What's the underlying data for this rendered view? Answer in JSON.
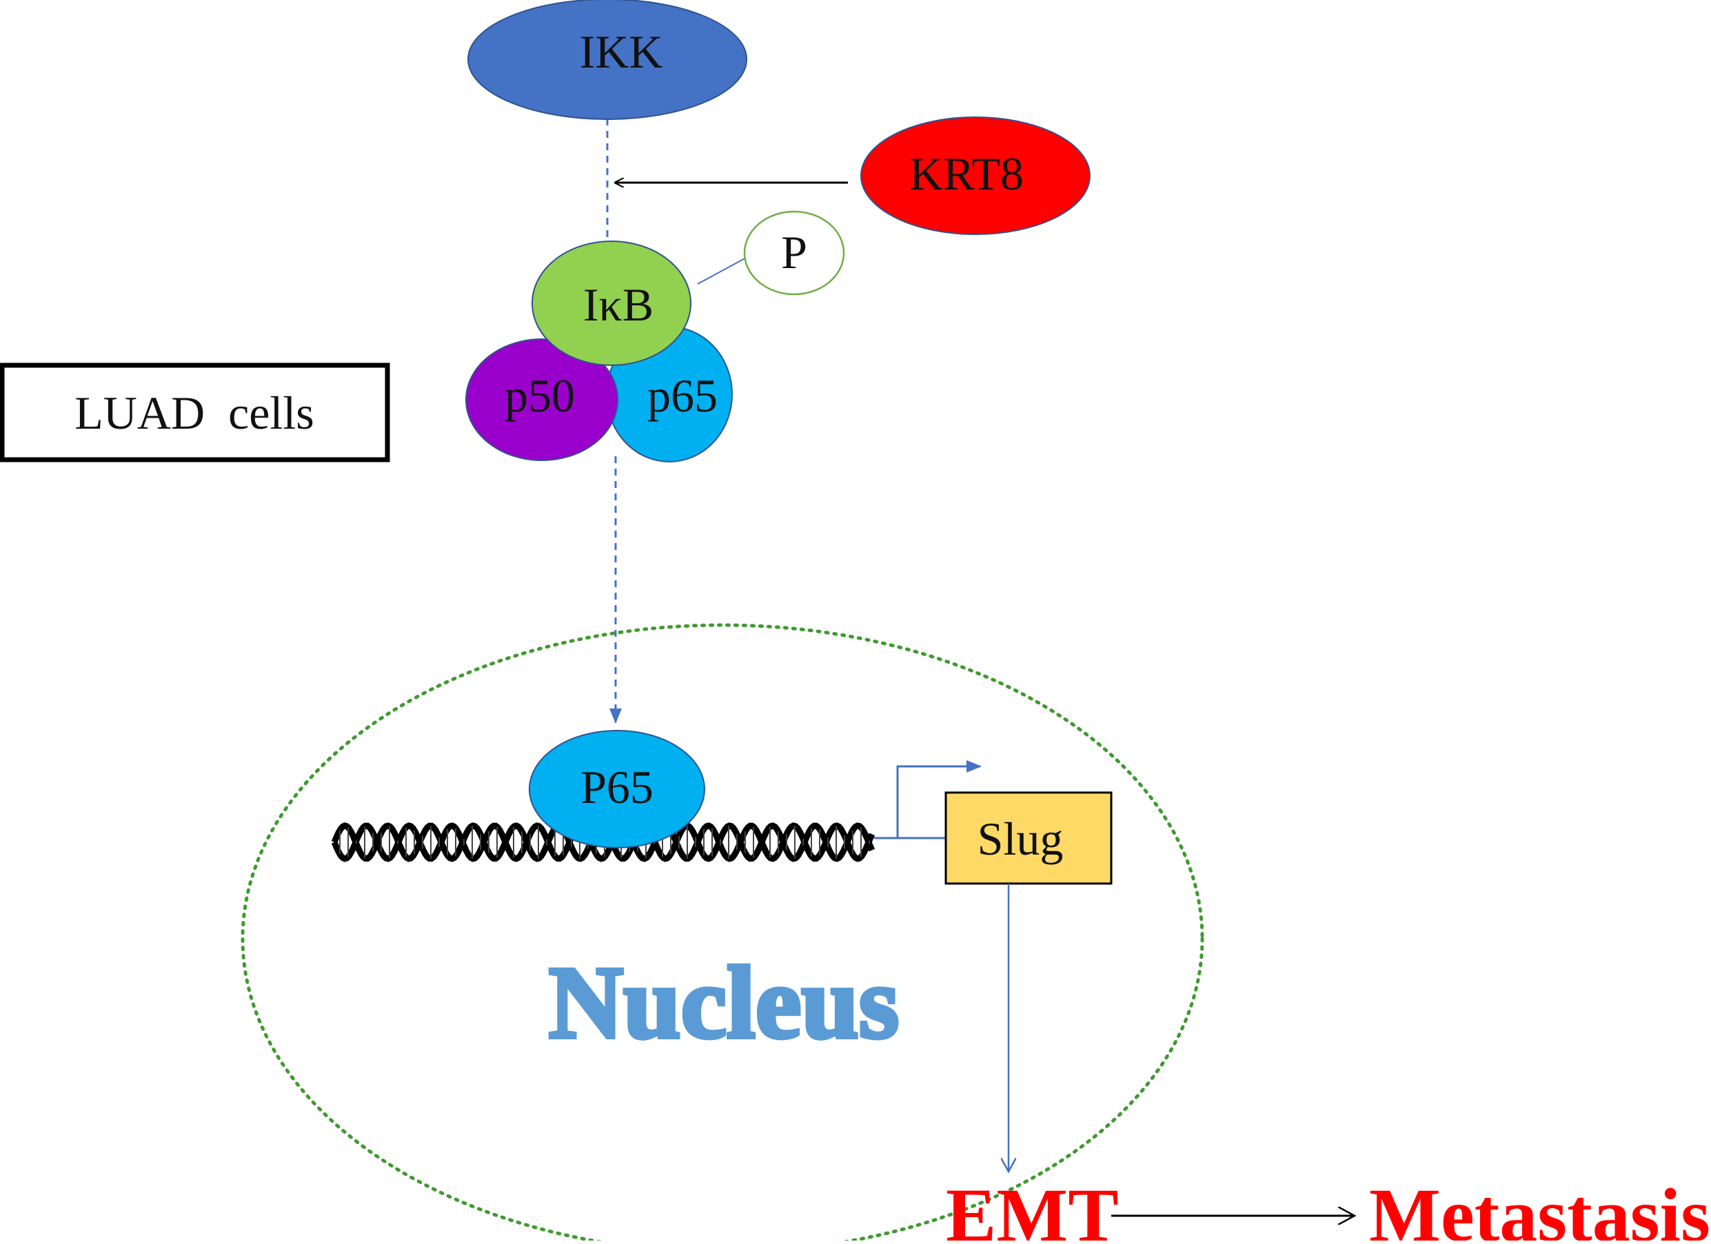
{
  "labels": {
    "ikk": "IKK",
    "krt8": "KRT8",
    "phospho": "P",
    "ikb": "IκB",
    "p50": "p50",
    "p65": "p65",
    "luad": "LUAD  cells",
    "p65_nuclear": "P65",
    "slug": "Slug",
    "nucleus": "Nucleus",
    "emt": "EMT",
    "metastasis": "Metastasis"
  },
  "colors": {
    "ikk": "#4472c4",
    "krt8": "#ff0000",
    "ikb": "#92d050",
    "p50": "#9900cc",
    "p65": "#00b0f0",
    "slug": "#ffd966",
    "nucleus_border": "#3f9a2f",
    "nucleus_text": "#5b9bd5",
    "arrow_blue": "#4472c4",
    "outcome": "#ff0000"
  }
}
